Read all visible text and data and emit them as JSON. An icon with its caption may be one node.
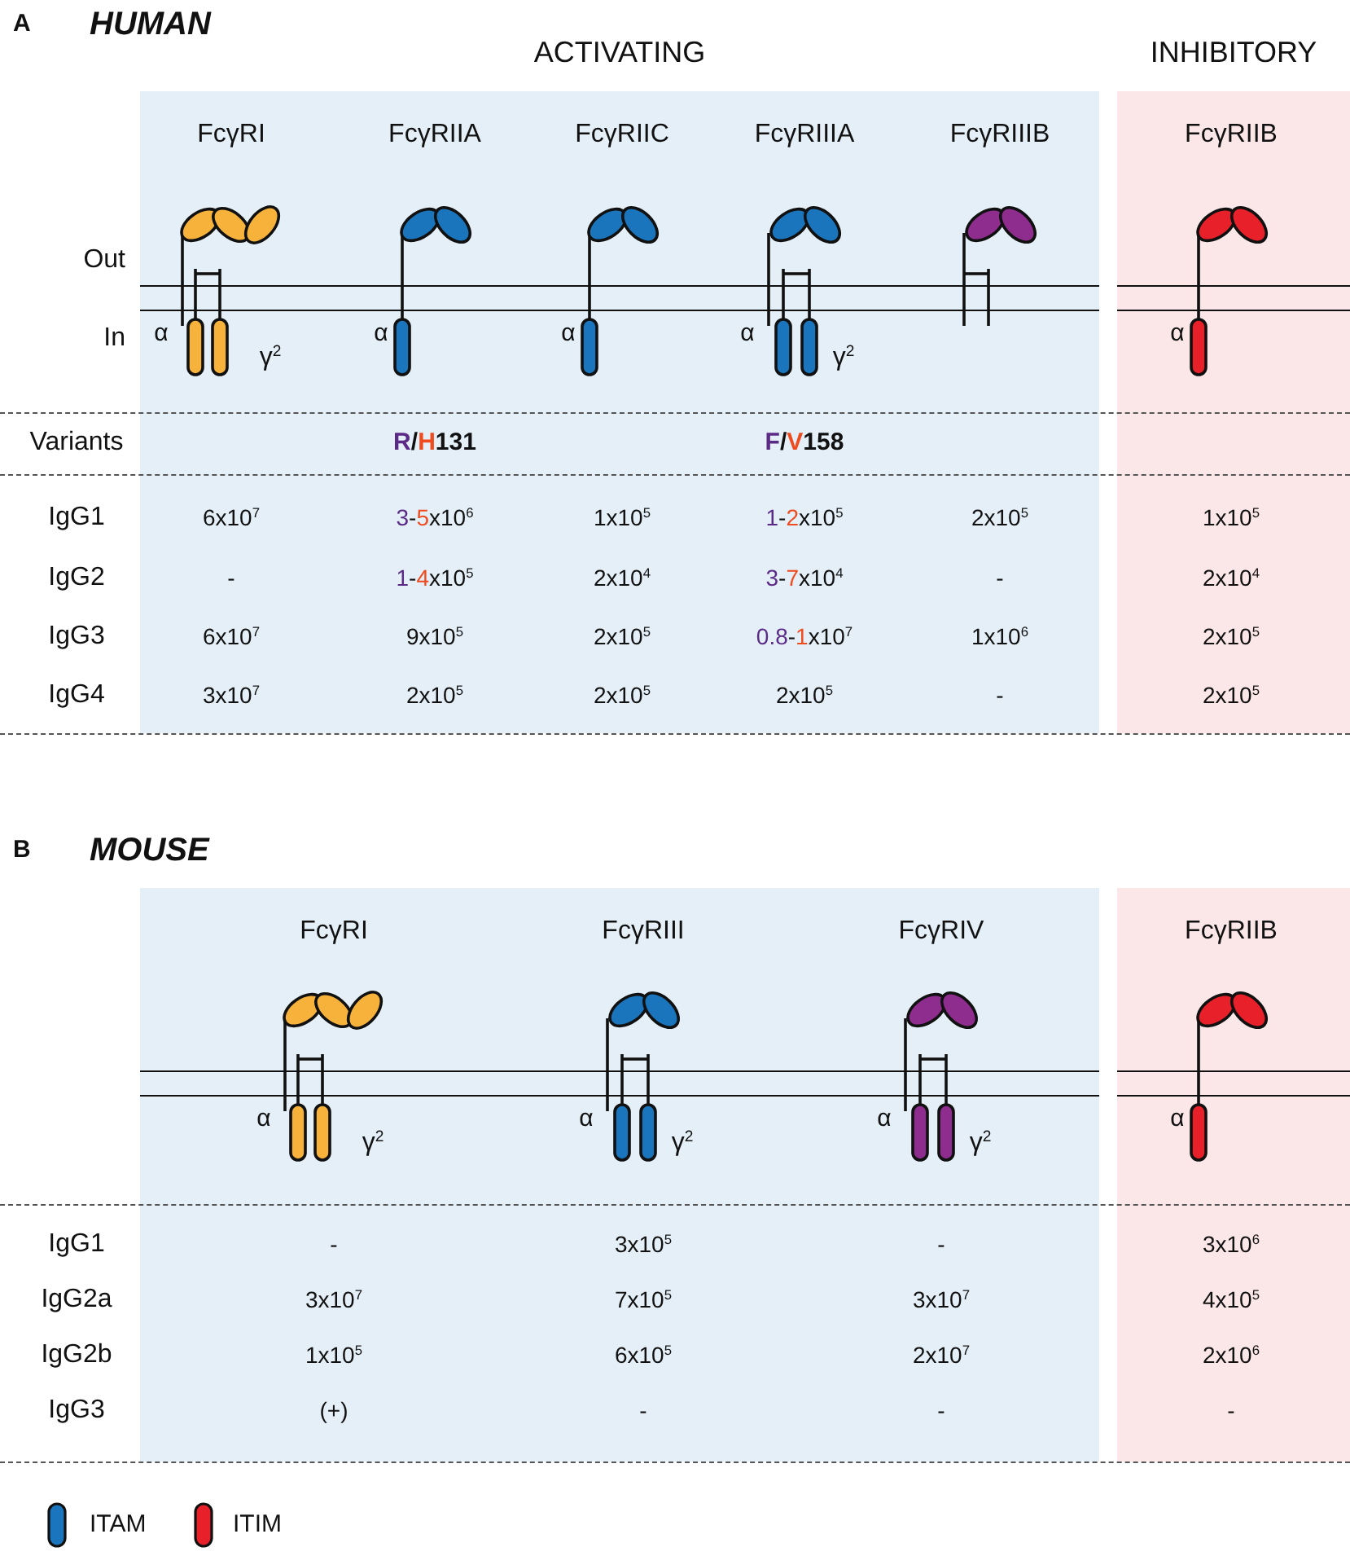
{
  "diagram": {
    "labels": [
      "A",
      "HUMAN",
      "ACTIVATING",
      "INHIBITORY",
      "FcγRI",
      "FcγRIIA",
      "FcγRIIC",
      "FcγRIIIA",
      "FcγRIIIB",
      "FcγRIIB",
      "Out",
      "In",
      "α",
      "γ$^{2}$",
      "α",
      "α",
      "α",
      "γ$^{2}$",
      "α",
      "Variants",
      "R/H131",
      "F/V158",
      "IgG1",
      "6x10$^{7}$",
      "3-5x10$^{6}$",
      "1x10$^{5}$",
      "1-2x10$^{5}$",
      "2x10$^{5}$",
      "1x10$^{5}$",
      "IgG2",
      "-",
      "1-4x10$^{5}$",
      "2x10$^{4}$",
      "3-7x10$^{4}$",
      "-",
      "2x10$^{4}$",
      "IgG3",
      "6x10$^{7}$",
      "9x10$^{5}$",
      "2x10$^{5}$",
      "0.8-1x10$^{7}$",
      "1x10$^{6}$",
      "2x10$^{5}$",
      "IgG4",
      "3x10$^{7}$",
      "2x10$^{5}$",
      "2x10$^{5}$",
      "2x10$^{5}$",
      "-",
      "2x10$^{5}$",
      "B",
      "MOUSE",
      "FcγRI",
      "FcγRIII",
      "FcγRIV",
      "FcγRIIB",
      "α",
      "γ$^{2}$",
      "α",
      "γ$^{2}$",
      "α",
      "γ$^{2}$",
      "α",
      "IgG1",
      "-",
      "3x10$^{5}$",
      "-",
      "3x10$^{6}$",
      "IgG2a",
      "3x10$^{7}$",
      "7x10$^{5}$",
      "3x10$^{7}$",
      "4x10$^{5}$",
      "IgG2b",
      "1x10$^{5}$",
      "6x10$^{5}$",
      "2x10$^{7}$",
      "2x10$^{6}$",
      "IgG3",
      "(+)",
      "-",
      "-",
      "-"
    ],
    "legend": [
      {
        "text": "ITAM",
        "color": "#1b75bc"
      },
      {
        "text": "ITIM",
        "color": "#e8202a"
      }
    ]
  }
}
